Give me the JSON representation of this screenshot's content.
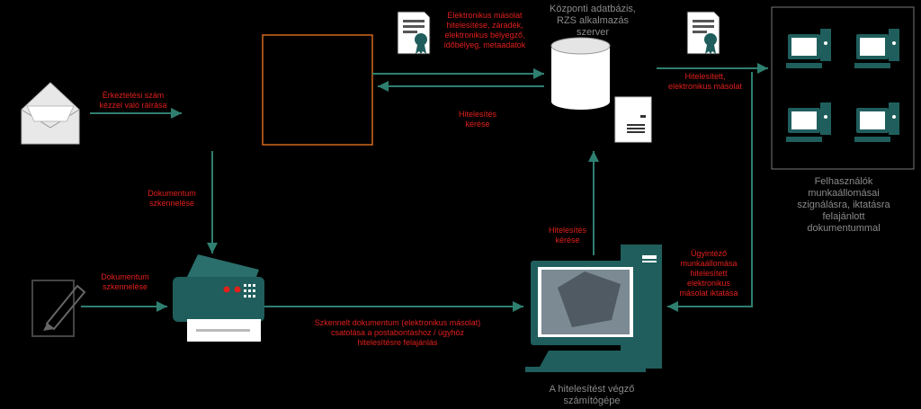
{
  "labels": {
    "central_server": "Központi adatbázis,\nRZS alkalmazás\nszerver",
    "server_auth": "Elektronikus másolat\nhitelesítése, záradék,\nelektronikus bélyegző,\nidőbélyeg, metaadatok",
    "incoming_manual": "Érkeztetési szám\nkézzel való ráírása",
    "auth_request_top": "Hitelesítés\nkérése",
    "doc_scan_top": "Dokumentum\nszkennelése",
    "doc_scan_left": "Dokumentum\nszkennelése",
    "auth_request_pc": "Hitelesítés\nkérése",
    "scanned_doc": "Szkennelt dokumentum (elektronikus másolat)\ncsatolása a postabontáshoz / ügyhöz\nhitelesítésre felajánlás",
    "authenticated_copy": "Hitelesített,\nelektronikus másolat",
    "case_officer": "Ügyintéző\nmunkaállomása\nhitelesített\nelektronikus\nmásolat iktatása",
    "users": "Felhasználók\nmunkaállomásai\nszignálásra, iktatásra\nfelajánlott\ndokumentummal",
    "auth_pc": "A hitelesítést végző\nszámítógépe"
  },
  "colors": {
    "arrow": "#2f7f70",
    "label": "#e0201c",
    "caption": "#8a8a8a",
    "box": "#d2691e",
    "device": "#1f5e5c"
  }
}
